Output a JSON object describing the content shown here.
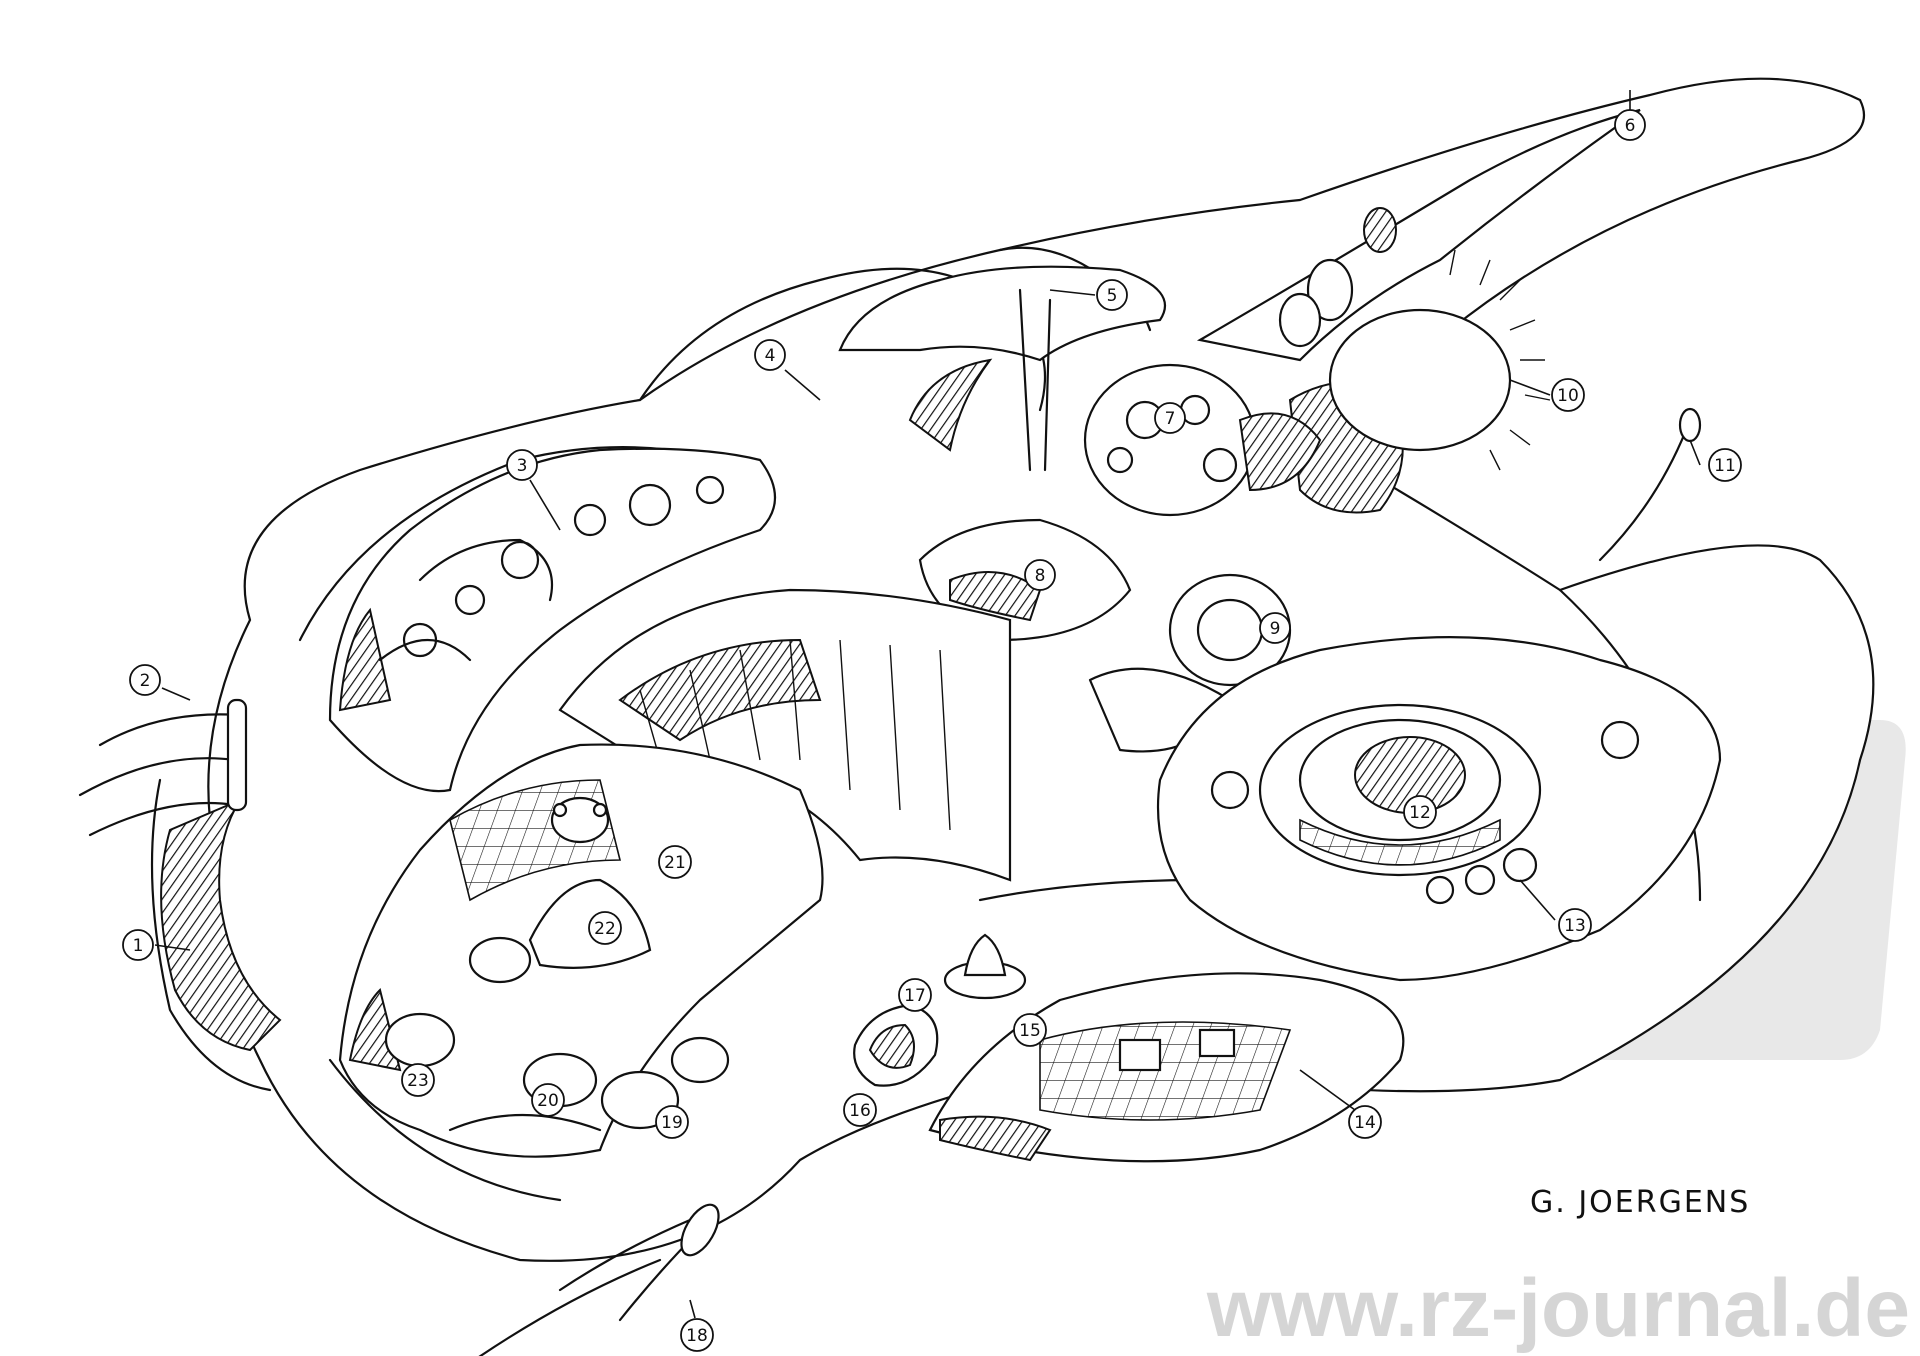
{
  "illustration": {
    "signature": "G. JOERGENS",
    "watermark_url": "www.rz-journal.de",
    "callouts": [
      "1",
      "2",
      "3",
      "4",
      "5",
      "6",
      "7",
      "8",
      "9",
      "10",
      "11",
      "12",
      "13",
      "14",
      "15",
      "16",
      "17",
      "18",
      "19",
      "20",
      "21",
      "22",
      "23"
    ]
  },
  "colors": {
    "ink": "#111111",
    "paper": "#ffffff",
    "watermark": "#c4c4c4"
  }
}
